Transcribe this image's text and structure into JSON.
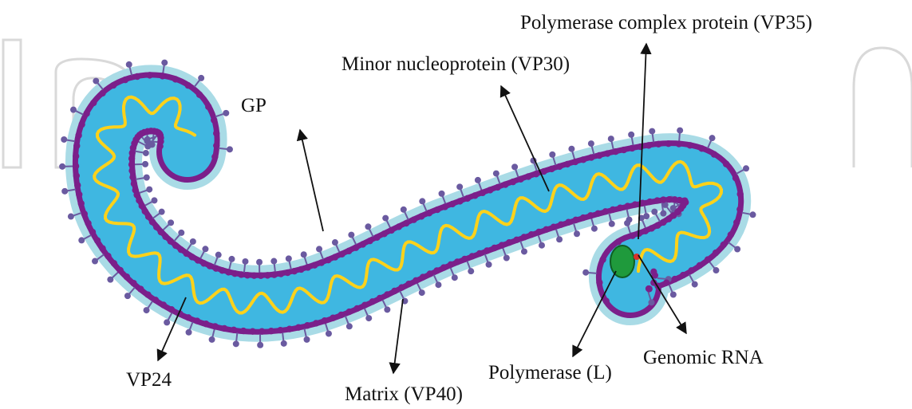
{
  "labels": {
    "gp": "GP",
    "vp35": "Polymerase complex protein (VP35)",
    "vp30": "Minor nucleoprotein (VP30)",
    "vp24": "VP24",
    "vp40": "Matrix (VP40)",
    "polymerase_l": "Polymerase (L)",
    "genomic_rna": "Genomic RNA"
  },
  "watermark": "In",
  "colors": {
    "envelope": "#a9dbe6",
    "lumen": "#3fb7e1",
    "membrane_bead": "#7b1f8a",
    "glycoprotein": "#6a5aa0",
    "rna": "#ffd21a",
    "polymerase": "#1f9a3c",
    "arrow": "#111111"
  }
}
